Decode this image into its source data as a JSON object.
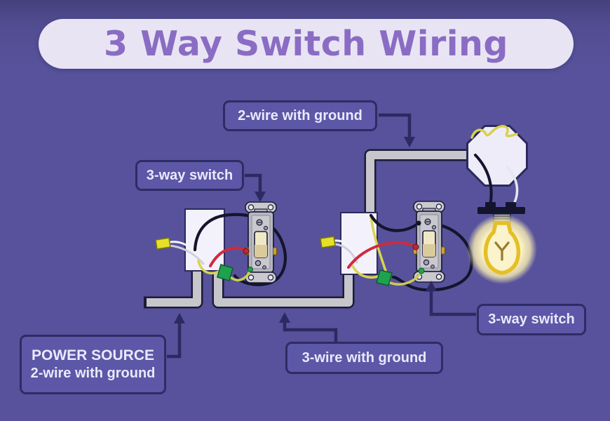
{
  "title": {
    "text": "3 Way Switch Wiring"
  },
  "callouts": {
    "top_cable": {
      "label": "2-wire with ground"
    },
    "left_switch": {
      "label": "3-way switch"
    },
    "right_switch": {
      "label": "3-way switch"
    },
    "power_source": {
      "line1": "POWER SOURCE",
      "line2": "2-wire with ground"
    },
    "bottom_cable": {
      "label": "3-wire with ground"
    }
  },
  "diagram": {
    "components": [
      "power-source-cable",
      "left-electrical-box",
      "left-3-way-switch",
      "3-wire-cable",
      "right-electrical-box",
      "right-3-way-switch",
      "2-wire-cable-to-light",
      "octagon-junction-box",
      "light-fixture",
      "light-bulb"
    ],
    "wire_colors": {
      "hot_black": "#14142c",
      "neutral_white": "#f4f4f8",
      "traveler_red": "#cf2a3d",
      "ground_yellow_green": "#d8d44e",
      "green_wire_nut": "#1fa24e",
      "yellow_wire_nut": "#e6e028"
    }
  },
  "colors": {
    "background": "#57529b",
    "banner_bg": "#e9e4f3",
    "title_text": "#8a6cc4",
    "callout_bg": "#5c57a6",
    "callout_border": "#2e2c64",
    "callout_text": "#e9e9fb",
    "arrow": "#2b2a62",
    "conduit": "#c6c6cb",
    "conduit_outline": "#1c1c38",
    "electrical_box": "#f3f1fb",
    "octagon_box": "#efecf9",
    "bulb_outline": "#e5bf25",
    "bulb_glow": "#fcf4c8",
    "switch_body": "#b7b6c0",
    "toggle": "#efe8c6"
  }
}
